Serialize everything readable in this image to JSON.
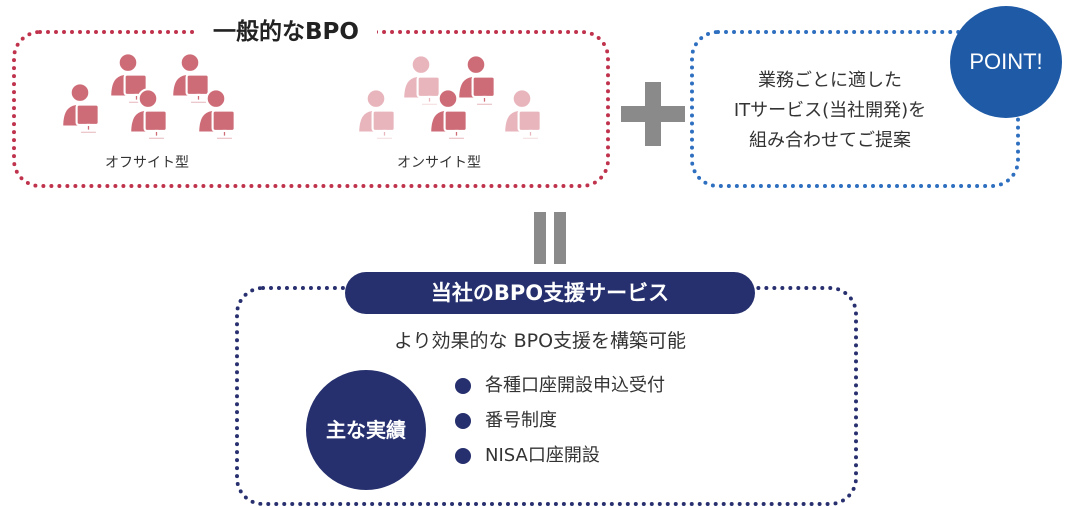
{
  "general_bpo": {
    "title": "一般的なBPO",
    "offsite_label": "オフサイト型",
    "onsite_label": "オンサイト型"
  },
  "point": {
    "badge": "POINT!",
    "lines": [
      "業務ごとに適した",
      "ITサービス(当社開発)を",
      "組み合わせてご提案"
    ]
  },
  "service": {
    "title": "当社のBPO支援サービス",
    "subtitle": "より効果的な BPO支援を構築可能",
    "results_label": "主な実績",
    "results": [
      "各種口座開設申込受付",
      "番号制度",
      "NISA口座開設"
    ]
  },
  "colors": {
    "offsite_red": "#c0334d",
    "onsite_pink": "#e8b5bc",
    "point_blue": "#1e5aa6",
    "navy": "#26306e",
    "operator_mark": "#cd6b77"
  },
  "icons": {
    "plus": "plus-sign-icon",
    "equals": "equals-sign-icon",
    "operator": "operator-at-computer-icon"
  }
}
